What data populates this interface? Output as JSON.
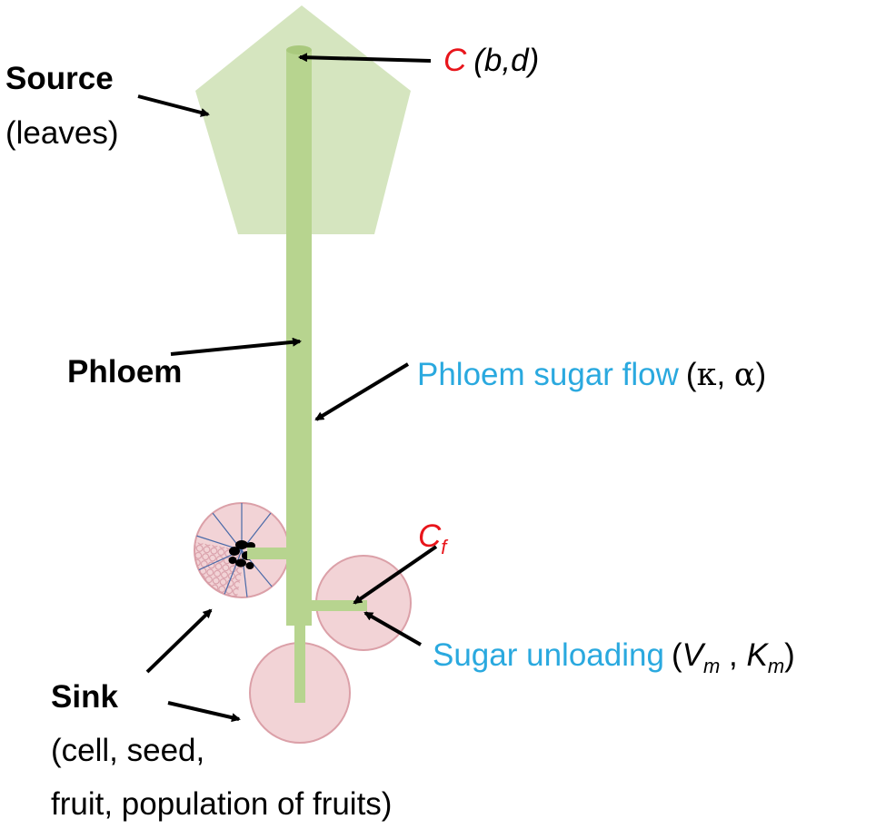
{
  "labels": {
    "source": "Source",
    "source_sub": "(leaves)",
    "phloem": "Phloem",
    "sink": "Sink",
    "sink_sub1": "(cell, seed,",
    "sink_sub2": "fruit, population of fruits)",
    "flow": {
      "text": "Phloem sugar flow",
      "open": "(",
      "kappa": "κ",
      "comma": ", ",
      "alpha": "α",
      "close": ")"
    },
    "conc": {
      "C": "C",
      "params": "(b,d)"
    },
    "conc_f": {
      "C": "C",
      "sub": "f"
    },
    "unloading": {
      "text": "Sugar unloading",
      "open": "(",
      "V": "V",
      "V_sub": "m",
      "comma": " , ",
      "K": "K",
      "K_sub": "m",
      "close": ")"
    }
  },
  "colors": {
    "leaf": "#d5e5bf",
    "phloem": "#b7d48f",
    "sink_fill": "#f2d3d6",
    "sink_stroke": "#dba0a8",
    "blue_text": "#2aa9df",
    "red_text": "#e8151b",
    "cell_lines": "#4a6aa8"
  }
}
